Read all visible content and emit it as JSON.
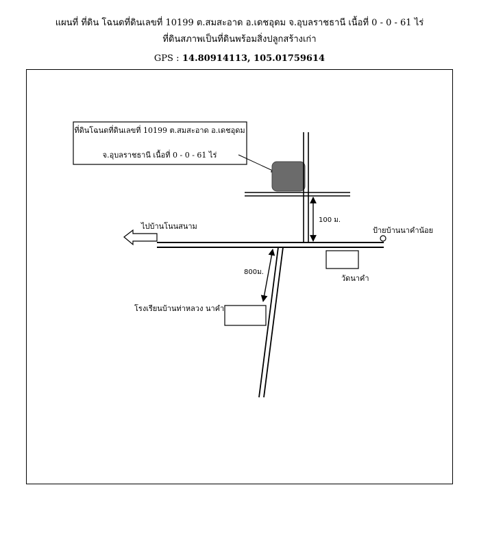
{
  "header": {
    "title": "แผนที่ ที่ดิน โฉนดที่ดินเลขที่ 10199  ต.สมสะอาด  อ.เดชอุดม  จ.อุบลราชธานี เนื้อที่ 0 - 0 - 61 ไร่",
    "subtitle": "ที่ดินสภาพเป็นที่ดินพร้อมสิ่งปลูกสร้างเก่า",
    "gps_label": "GPS :",
    "gps_value": "14.80914113, 105.01759614"
  },
  "map": {
    "callout": {
      "line1": "ที่ดินโฉนดที่ดินเลขที่ 10199  ต.สมสะอาด อ.เดชอุดม",
      "line2": "จ.อุบลราชธานี เนื้อที่ 0 - 0 - 61 ไร่"
    },
    "direction_label": "ไปบ้านโนนสนาม",
    "landmark_sign": "ป้ายบ้านนาคำน้อย",
    "distance_short": "100 ม.",
    "distance_long": "800ม.",
    "temple": "วัดนาคำ",
    "school": "โรงเรียนบ้านท่าหลวง นาคำ",
    "colors": {
      "plot_fill": "#6b6b6b",
      "line": "#000000"
    }
  }
}
